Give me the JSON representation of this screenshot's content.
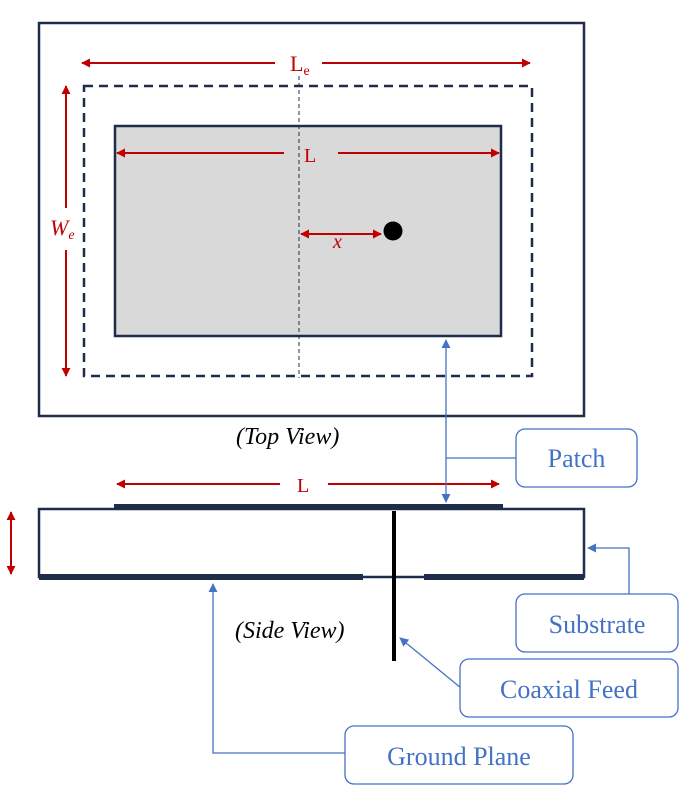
{
  "top_view": {
    "caption": "(Top View)",
    "label_le_main": "L",
    "label_le_sub": "e",
    "label_we_main": "W",
    "label_we_sub": "e",
    "label_l": "L",
    "label_x": "x"
  },
  "side_view": {
    "caption": "(Side View)",
    "label_l": "L"
  },
  "callouts": {
    "patch": "Patch",
    "substrate": "Substrate",
    "coaxial_feed": "Coaxial Feed",
    "ground_plane": "Ground Plane"
  },
  "colors": {
    "dimension": "#c00000",
    "outline": "#1f2d4a",
    "callout": "#4472c4",
    "patch_fill": "#d9d9d9"
  }
}
